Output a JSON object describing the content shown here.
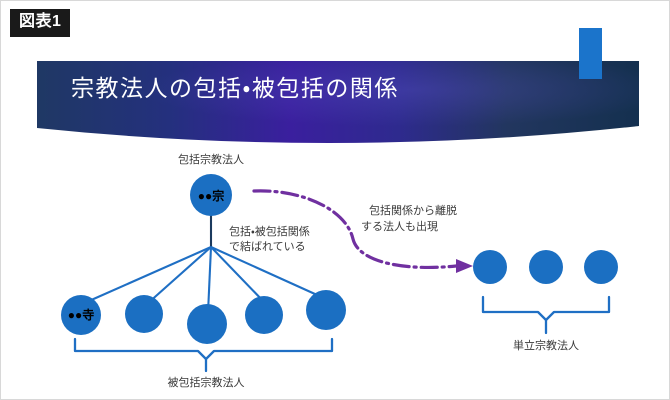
{
  "figure": {
    "badge": "図表1",
    "title": "宗教法人の包括・被包括の関係"
  },
  "colors": {
    "banner_dark": "#1F3864",
    "banner_mid": "#3A1F9E",
    "accent_rect": "#1B74CB",
    "node_blue": "#1B6FC2",
    "brace_blue": "#1F6FC4",
    "connector_blue": "#1F6FC4",
    "arrow_purple": "#7030A0",
    "badge_bg": "#1A1A1A",
    "label_text": "#3A3A3A"
  },
  "labels": {
    "top_node": "包括宗教法人",
    "relation_line1": "包括・被包括関係",
    "relation_line2": "で結ばれている",
    "breakaway_line1": "包括関係から離脱",
    "breakaway_line2": "する法人も出現",
    "bottom_group": "被包括宗教法人",
    "right_group": "単立宗教法人"
  },
  "nodes": {
    "parent": {
      "text": "●●宗"
    },
    "child_first": {
      "text": "●●寺"
    },
    "child_count": 5,
    "independent_count": 3
  }
}
